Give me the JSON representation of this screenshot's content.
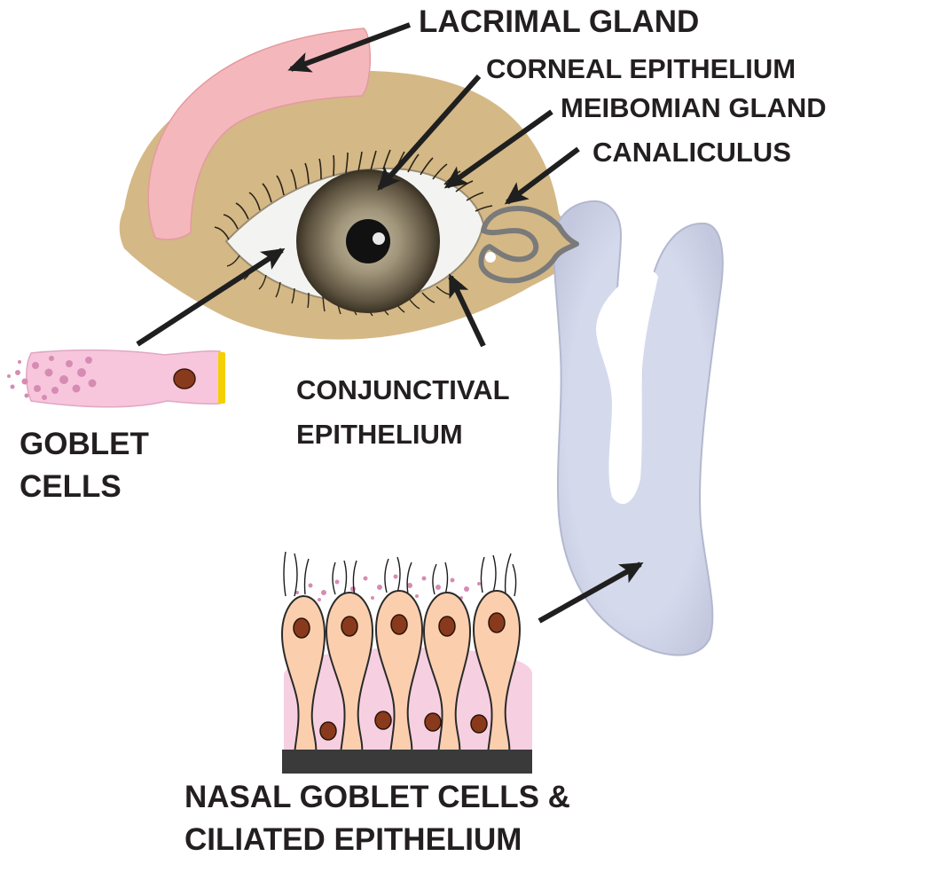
{
  "labels": {
    "lacrimal_gland": "LACRIMAL GLAND",
    "corneal_epithelium": "CORNEAL EPITHELIUM",
    "meibomian_gland": "MEIBOMIAN GLAND",
    "canaliculus": "CANALICULUS",
    "conjunctival_line1": "CONJUNCTIVAL",
    "conjunctival_line2": "EPITHELIUM",
    "goblet_line1": "GOBLET",
    "goblet_line2": "CELLS",
    "nasal_line1": "NASAL GOBLET CELLS &",
    "nasal_line2": "CILIATED EPITHELIUM"
  },
  "colors": {
    "skin": "#d4b886",
    "lacrimal_gland": "#f4b8bc",
    "sclera": "#f3f3f1",
    "iris_outer": "#4f4634",
    "iris_inner": "#a49a82",
    "nasal_cavity": "#d5d9ec",
    "goblet_cell": "#f7c6dc",
    "ciliated_cell": "#fbcfae",
    "nucleus": "#8a3a1c",
    "secretion": "#d68cb2",
    "cell_tip": "#f5d000",
    "arrow": "#1f1f1f"
  }
}
